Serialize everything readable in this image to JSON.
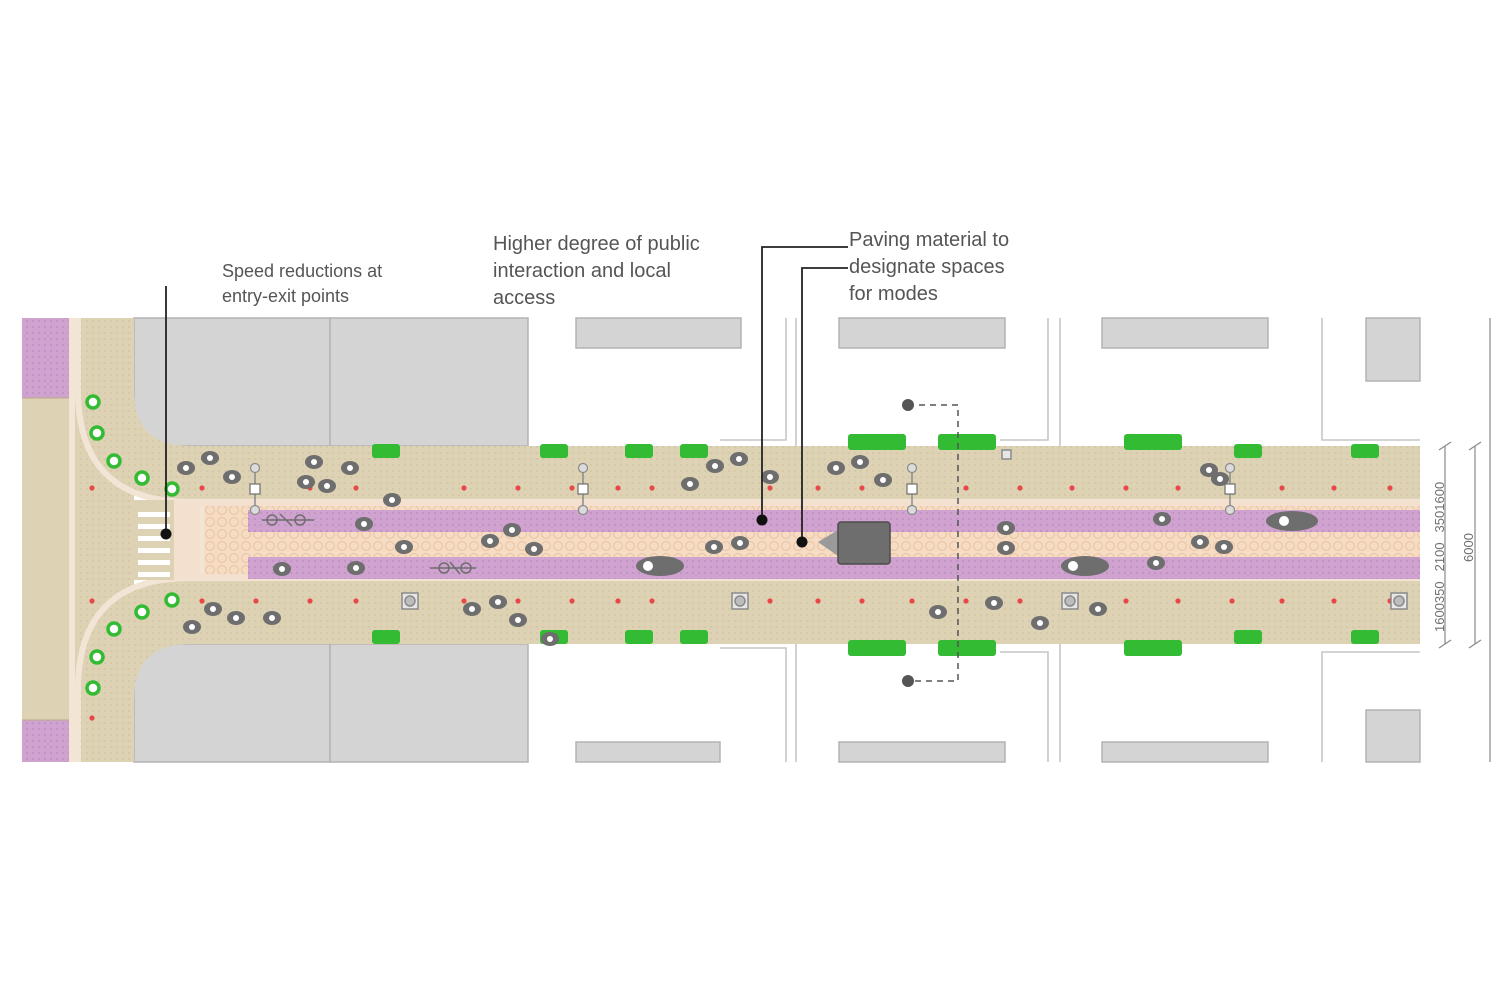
{
  "callouts": {
    "speed_reductions": "Speed reductions at\nentry-exit points",
    "public_interaction": "Higher degree of public\ninteraction and local\naccess",
    "paving_material": "Paving material to\ndesignate spaces\nfor modes"
  },
  "dimensions": {
    "inner": [
      "1600",
      "350",
      "2100",
      "350",
      "1600"
    ],
    "total": "6000"
  },
  "colors": {
    "sidewalk": "#ddd2b4",
    "lane": "#cfa2cf",
    "median": "#f6dcc3",
    "building": "#d4d4d4",
    "plant": "#33bb33",
    "marker": "#e84848",
    "figure": "#6e6e6e"
  }
}
